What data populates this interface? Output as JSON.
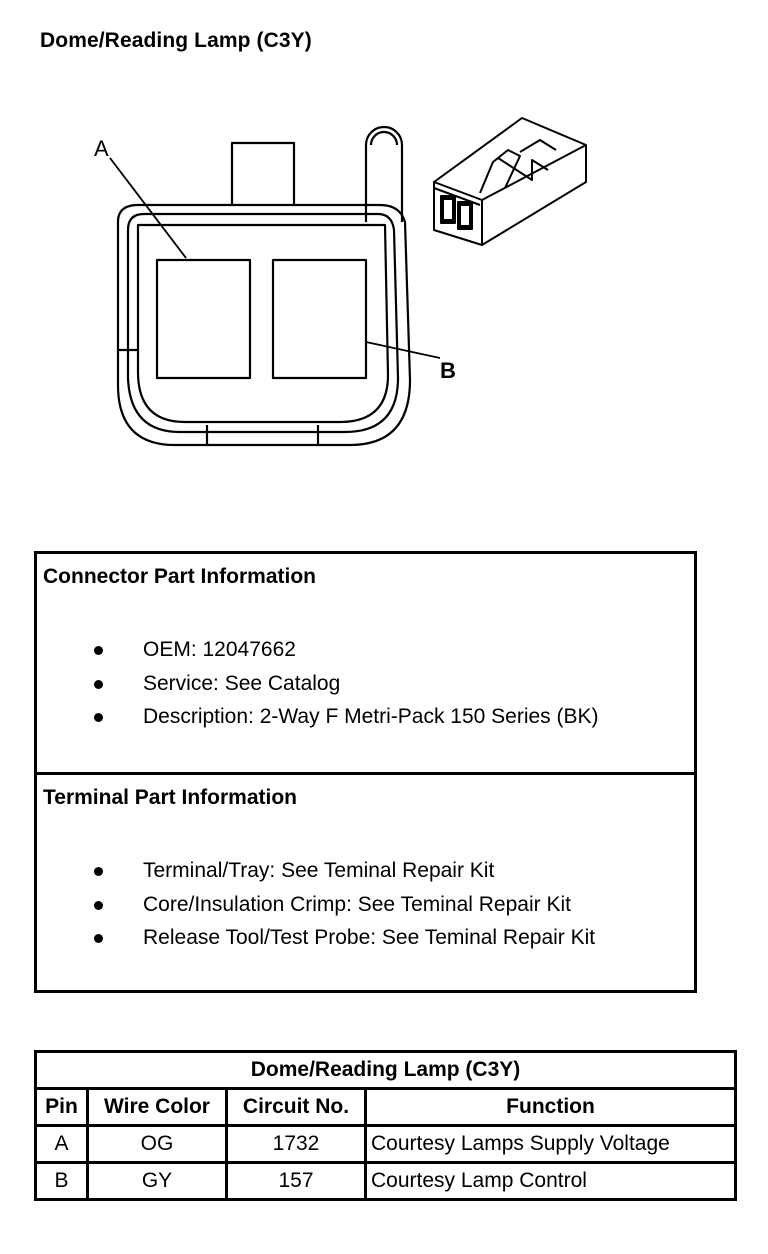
{
  "title": "Dome/Reading Lamp (C3Y)",
  "diagram": {
    "label_a": "A",
    "label_b": "B"
  },
  "connector_info": {
    "heading": "Connector Part Information",
    "items": [
      "OEM: 12047662",
      "Service: See Catalog",
      "Description: 2-Way F Metri-Pack 150 Series (BK)"
    ]
  },
  "terminal_info": {
    "heading": "Terminal Part Information",
    "items": [
      "Terminal/Tray: See Teminal Repair Kit",
      "Core/Insulation Crimp: See Teminal Repair Kit",
      "Release Tool/Test Probe: See Teminal Repair Kit"
    ]
  },
  "pin_table": {
    "title": "Dome/Reading Lamp (C3Y)",
    "headers": [
      "Pin",
      "Wire Color",
      "Circuit No.",
      "Function"
    ],
    "rows": [
      [
        "A",
        "OG",
        "1732",
        "Courtesy Lamps Supply Voltage"
      ],
      [
        "B",
        "GY",
        "157",
        "Courtesy Lamp Control"
      ]
    ]
  }
}
